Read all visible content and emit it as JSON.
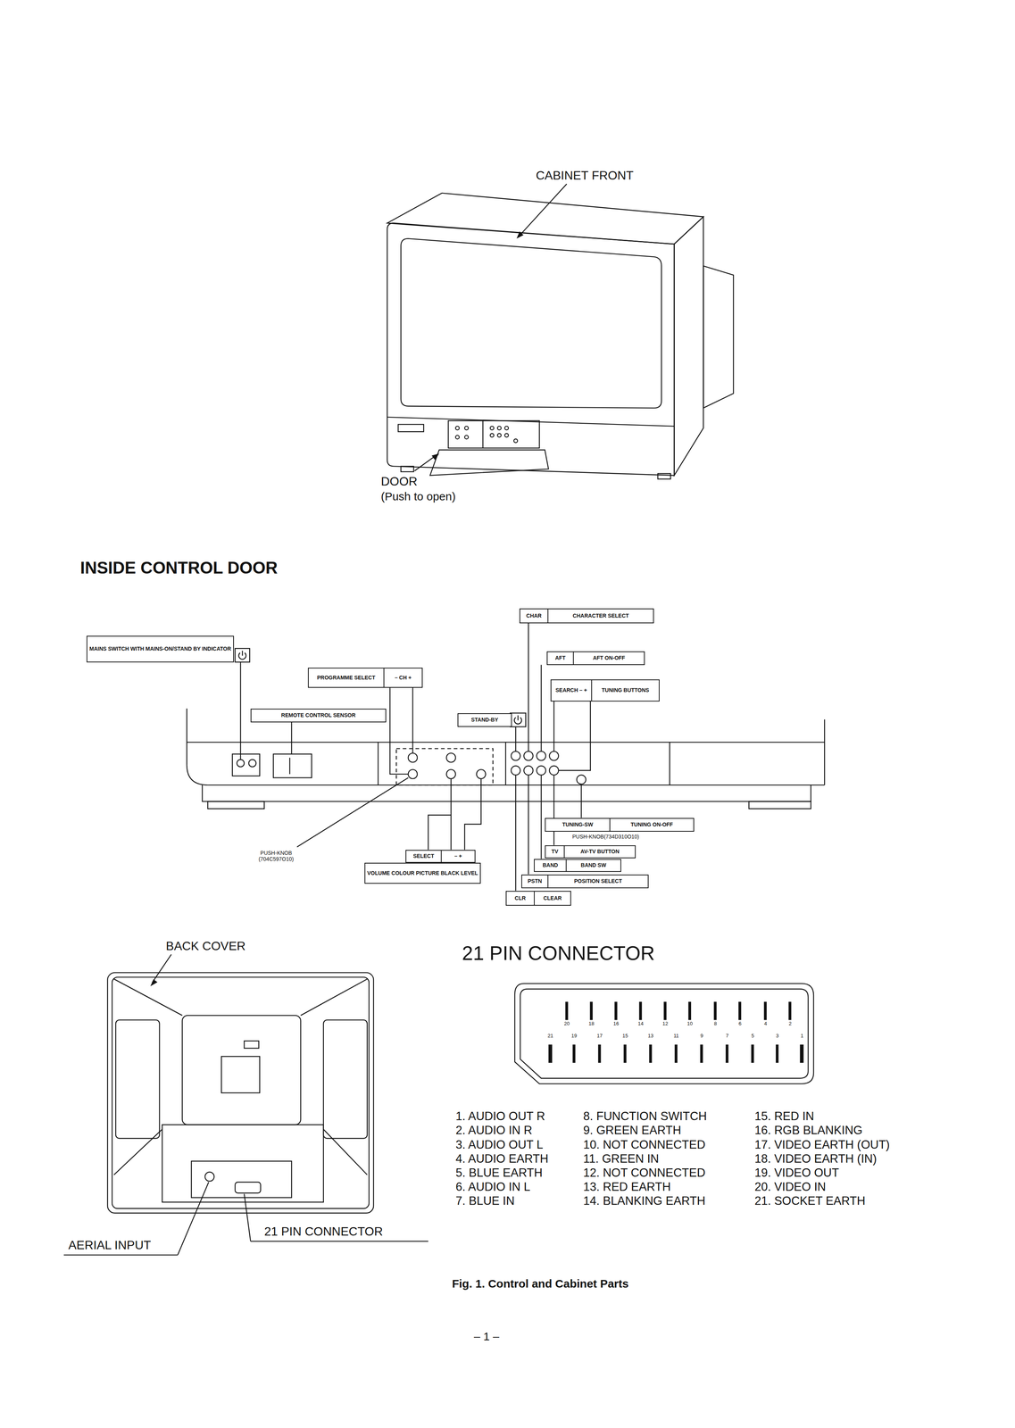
{
  "diagram": {
    "caption": "Fig. 1. Control and Cabinet Parts",
    "nodes": [
      {
        "text": [
          "MAINS SWITCH WITH MAINS-ON/STAND BY INDICATOR"
        ]
      },
      {
        "text": [
          "PROGRAMME SELECT",
          "– CH +"
        ]
      },
      {
        "text": [
          "CHAR",
          "CHARACTER SELECT"
        ]
      },
      {
        "text": [
          "AFT",
          "AFT ON-OFF"
        ]
      },
      {
        "text": [
          "SEARCH – +",
          "TUNING BUTTONS"
        ]
      },
      {
        "text": [
          "REMOTE CONTROL SENSOR"
        ]
      },
      {
        "text": [
          "STAND-BY"
        ]
      },
      {
        "text": [
          "TUNING-SW",
          "TUNING ON-OFF"
        ]
      },
      {
        "text": [
          "TV",
          "AV-TV BUTTON"
        ]
      },
      {
        "text": [
          "SELECT",
          "– +"
        ]
      },
      {
        "text": [
          "VOLUME COLOUR PICTURE BLACK LEVEL"
        ]
      },
      {
        "text": [
          "BAND",
          "BAND SW"
        ]
      },
      {
        "text": [
          "PSTN",
          "POSITION SELECT"
        ]
      },
      {
        "text": [
          "CLR",
          "CLEAR"
        ]
      }
    ],
    "labels": [
      "CABINET FRONT",
      "DOOR",
      "(Push to open)",
      "INSIDE CONTROL DOOR",
      "PUSH-KNOB(734D310O10)",
      "PUSH-KNOB (704C597O10)",
      "BACK COVER",
      "21 PIN CONNECTOR",
      "AERIAL INPUT",
      "21 PIN CONNECTOR",
      "20",
      "18",
      "16",
      "14",
      "12",
      "10",
      "8",
      "6",
      "4",
      "2",
      "21",
      "19",
      "17",
      "15",
      "13",
      "11",
      "9",
      "7",
      "5",
      "3",
      "1",
      "1. AUDIO OUT R",
      "2. AUDIO IN R",
      "3. AUDIO OUT L",
      "4. AUDIO EARTH",
      "5. BLUE EARTH",
      "6. AUDIO IN L",
      "7. BLUE IN",
      "8. FUNCTION SWITCH",
      "9. GREEN EARTH",
      "10. NOT CONNECTED",
      "11. GREEN IN",
      "12. NOT CONNECTED",
      "13. RED EARTH",
      "14. BLANKING EARTH",
      "15. RED IN",
      "16. RGB BLANKING",
      "17. VIDEO EARTH (OUT)",
      "18. VIDEO EARTH (IN)",
      "19. VIDEO OUT",
      "20. VIDEO IN",
      "21. SOCKET EARTH",
      "– 1 –"
    ]
  }
}
